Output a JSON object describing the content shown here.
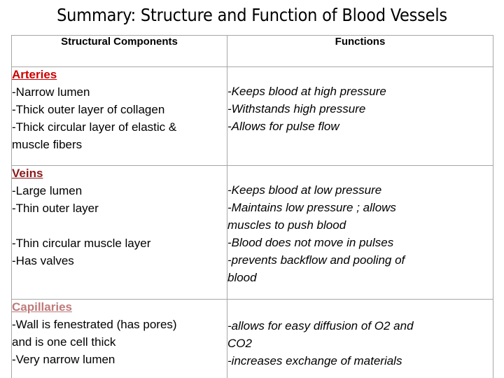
{
  "slide": {
    "title": "Summary: Structure and Function of Blood Vessels"
  },
  "table": {
    "headers": {
      "structural": "Structural Components",
      "functions": "Functions"
    },
    "rows": [
      {
        "key": "arteries",
        "heading": "Arteries",
        "heading_color": "#cc0000",
        "structure_lines": [
          "-Narrow lumen",
          "-Thick outer layer of collagen",
          "-Thick circular layer of elastic &",
          "muscle fibers"
        ],
        "function_lines": [
          "-Keeps blood at high pressure",
          "-Withstands high pressure",
          "-Allows for pulse flow"
        ]
      },
      {
        "key": "veins",
        "heading": "Veins",
        "heading_color": "#8b1a1a",
        "structure_lines": [
          "-Large lumen",
          "-Thin outer layer",
          "",
          "-Thin circular muscle layer",
          "-Has valves"
        ],
        "function_lines": [
          "-Keeps blood at low pressure",
          "-Maintains low pressure ; allows",
          "muscles to push blood",
          "-Blood does not move in pulses",
          "-prevents backflow and pooling of",
          "blood"
        ]
      },
      {
        "key": "capillaries",
        "heading": "Capillaries",
        "heading_color": "#c07a7a",
        "structure_lines": [
          "-Wall is fenestrated (has pores)",
          "and is one cell thick",
          "-Very narrow lumen"
        ],
        "function_lines": [
          "-allows for easy diffusion of O2 and",
          "CO2",
          "-increases exchange of materials"
        ]
      }
    ]
  }
}
